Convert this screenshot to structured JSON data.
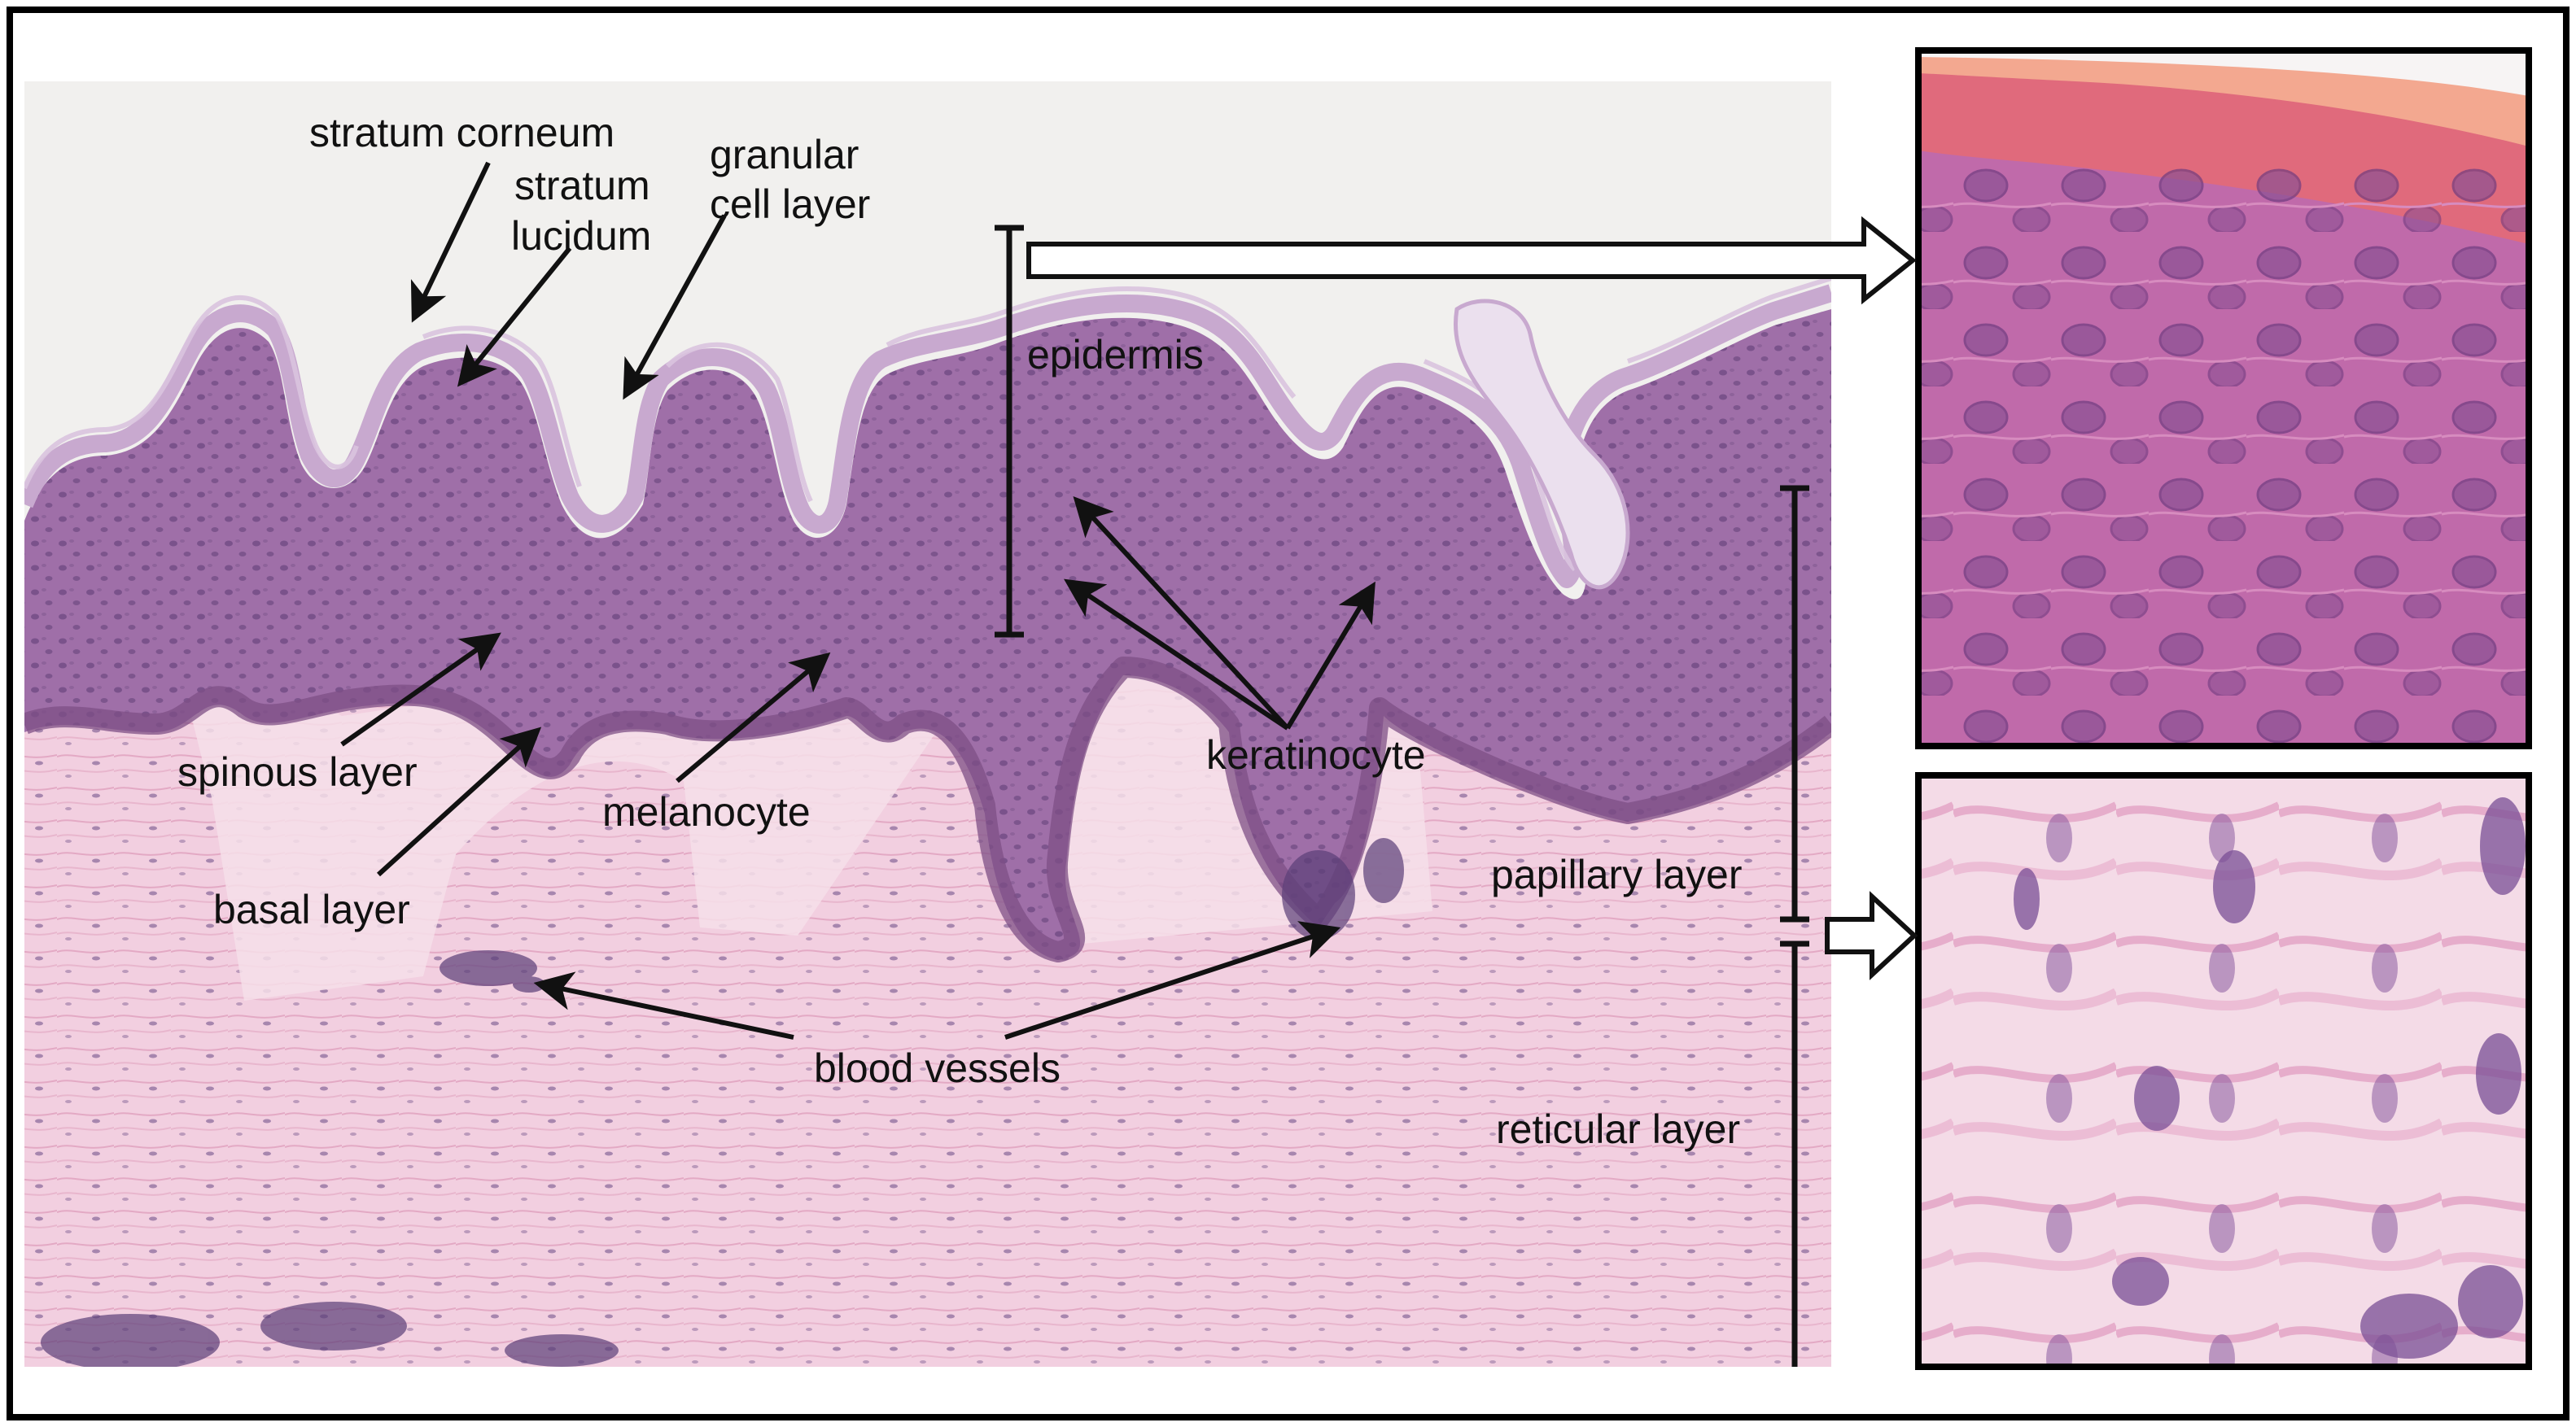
{
  "colors": {
    "background": "#f1f0ee",
    "stratum_corneum": "#c8a9cf",
    "epidermis": "#9f6fa8",
    "basal_layer": "#7e4f86",
    "dermis": "#f2cfe0",
    "nuclei": "#58386e",
    "zoom_epidermis": "#c06aaa",
    "zoom_corneum": "#e06a7c",
    "zoom_dermis": "#edc0d6",
    "annotation": "#111111",
    "frame": "#000000"
  },
  "labels": {
    "stratum_corneum": "stratum corneum",
    "stratum_lucidum_1": "stratum",
    "stratum_lucidum_2": "lucidum",
    "granular_1": "granular",
    "granular_2": "cell layer",
    "epidermis": "epidermis",
    "spinous_layer": "spinous layer",
    "basal_layer": "basal layer",
    "melanocyte": "melanocyte",
    "keratinocyte": "keratinocyte",
    "papillary_layer": "papillary layer",
    "reticular_layer": "reticular layer",
    "blood_vessels": "blood vessels"
  },
  "icons": {
    "pointer": "arrow-icon",
    "zoom_link": "hollow-arrow-icon",
    "extent": "bracket-icon"
  }
}
